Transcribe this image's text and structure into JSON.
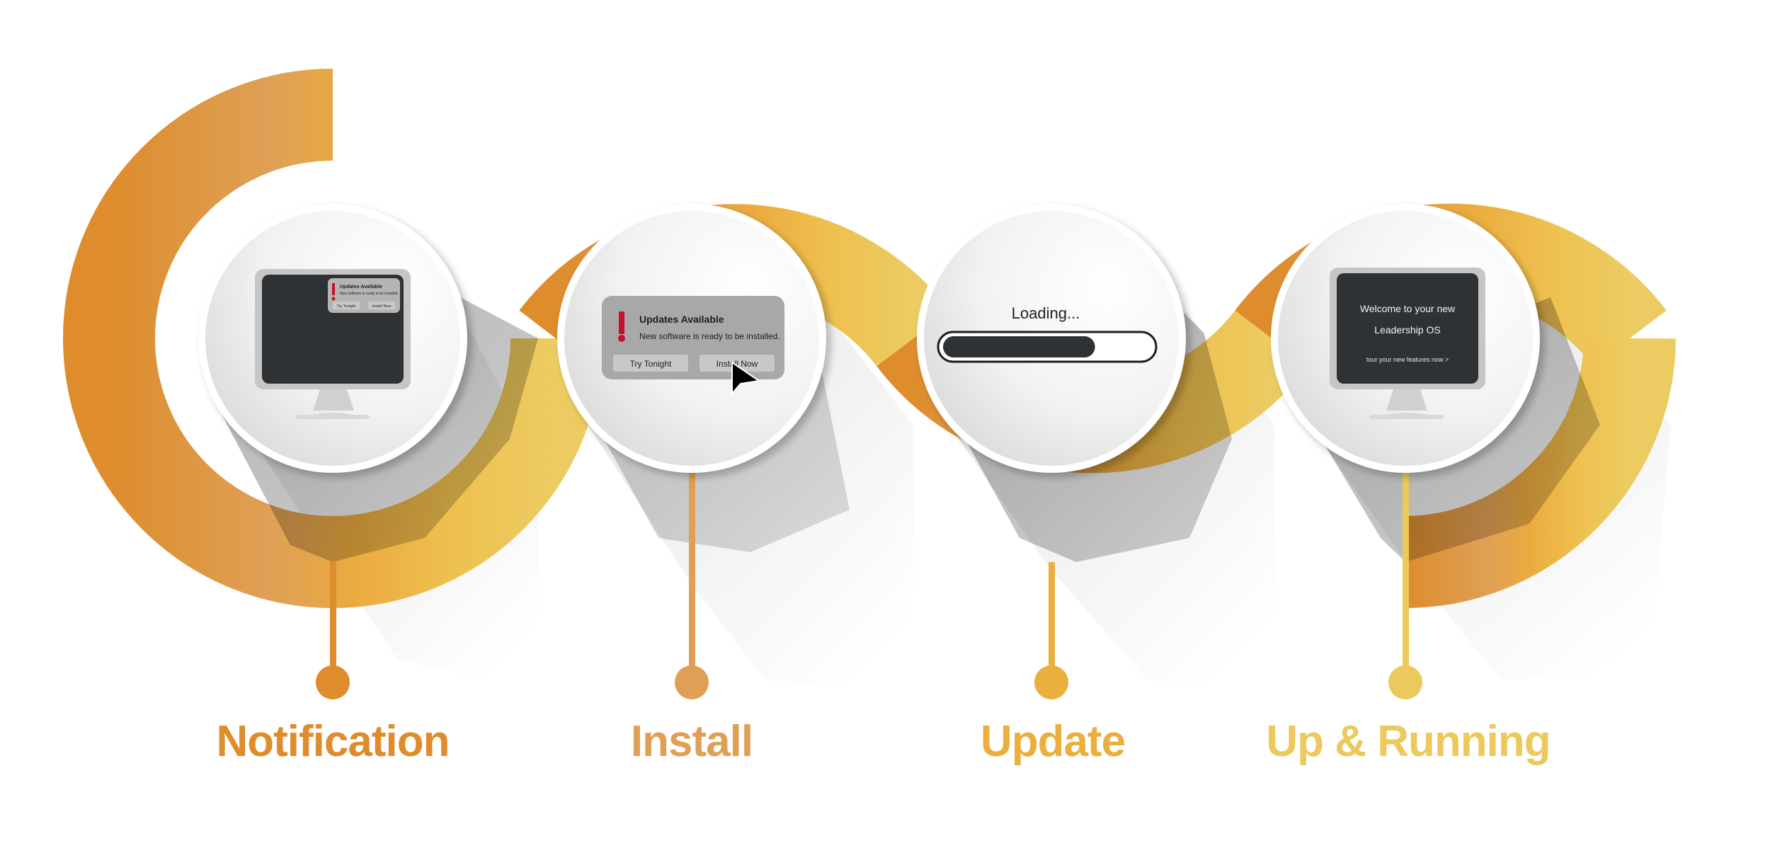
{
  "colors": {
    "orange": "#DE8C2C",
    "amber": "#EBAA3E",
    "gold": "#ECC95C",
    "screen": "#2E3234",
    "popup": "#A8A8A8",
    "popup_button": "#C8C8C8",
    "alert_red": "#C8102E"
  },
  "steps": [
    {
      "label": "Notification",
      "icon": "monitor-icon",
      "popup": {
        "title": "Updates Available",
        "message": "New software is ready to be installed.",
        "button_left": "Try Tonight",
        "button_right": "Install Now"
      }
    },
    {
      "label": "Install",
      "icon": "update-dialog-icon",
      "popup": {
        "title": "Updates Available",
        "message": "New software is ready to be installed.",
        "button_left": "Try Tonight",
        "button_right": "Install Now"
      }
    },
    {
      "label": "Update",
      "icon": "progress-bar-icon",
      "loading_text": "Loading...",
      "progress": 0.73
    },
    {
      "label": "Up & Running",
      "icon": "monitor-icon",
      "screen": {
        "line1": "Welcome to your new",
        "line2": "Leadership OS",
        "link": "tour your new features now >"
      }
    }
  ]
}
